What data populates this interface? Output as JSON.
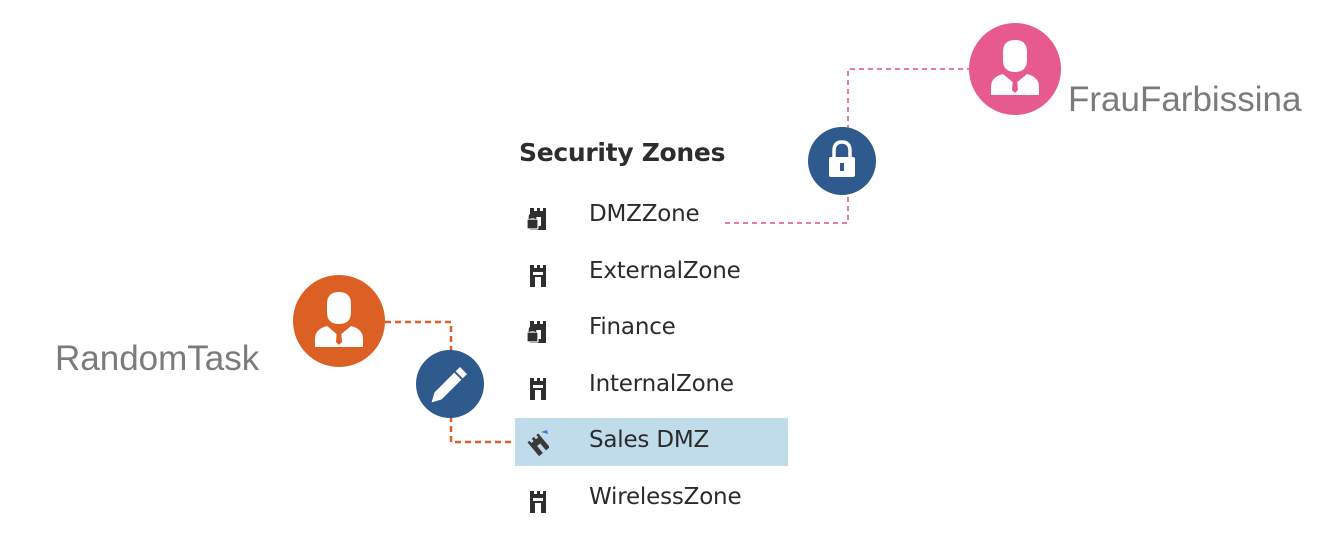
{
  "zones": {
    "title": "Security Zones",
    "items": [
      {
        "label": "DMZZone",
        "icon": "locked-zone-icon"
      },
      {
        "label": "ExternalZone",
        "icon": "zone-icon"
      },
      {
        "label": "Finance",
        "icon": "locked-zone-icon"
      },
      {
        "label": "InternalZone",
        "icon": "zone-icon"
      },
      {
        "label": "Sales DMZ",
        "icon": "editable-zone-icon",
        "selected": true
      },
      {
        "label": "WirelessZone",
        "icon": "zone-icon"
      }
    ]
  },
  "users": {
    "top": {
      "name": "FrauFarbissina",
      "color": "#e65a8f",
      "link_color": "#ea7aa5",
      "badge": "lock-icon"
    },
    "left": {
      "name": "RandomTask",
      "color": "#dc5f24",
      "link_color": "#d9602a",
      "badge": "pencil-icon"
    }
  },
  "colors": {
    "badge": "#2e5a8e",
    "selected_row": "#c0dcea",
    "zone_icon": "#2f2f2f"
  }
}
